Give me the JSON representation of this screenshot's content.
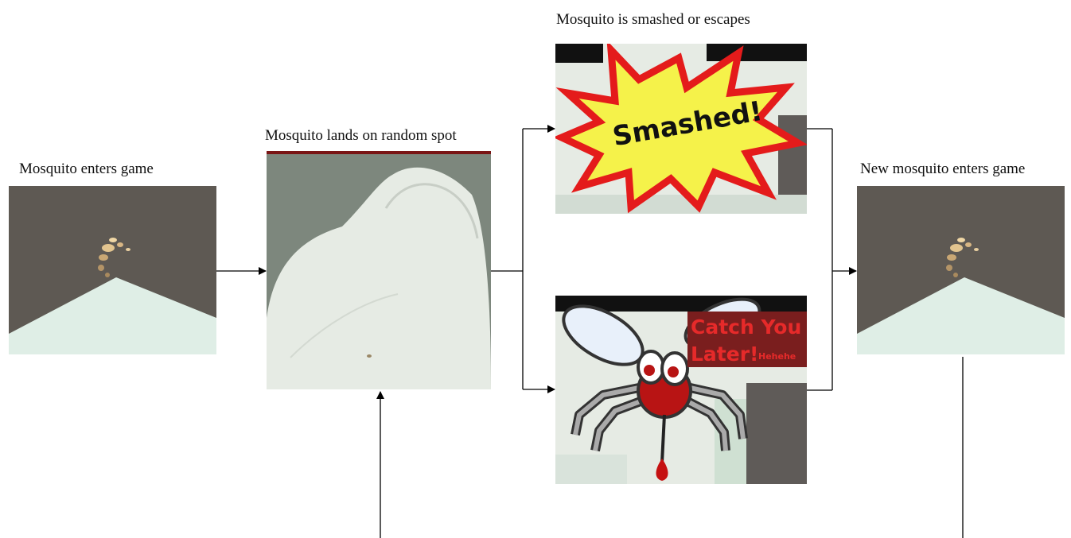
{
  "captions": {
    "enters": "Mosquito enters game",
    "lands": "Mosquito lands on random spot",
    "outcome": "Mosquito is smashed or escapes",
    "new_enters": "New mosquito enters game"
  },
  "panels": {
    "smashed_text": "Smashed!",
    "escape_line1": "Catch You",
    "escape_line2": "Later!",
    "escape_laugh": "Hehehe"
  },
  "colors": {
    "game_dark": "#5e5953",
    "game_floor": "#dfeee6",
    "body_grey": "#7d877d",
    "body_skin": "#e6ebe4",
    "burst_fill": "#f5f24a",
    "burst_stroke": "#e41b1b",
    "blood_red": "#b81414",
    "escape_box": "#7a1e1e",
    "arrow": "#000000"
  },
  "icons": {
    "arrow_head": "filled-triangle-arrowhead"
  }
}
